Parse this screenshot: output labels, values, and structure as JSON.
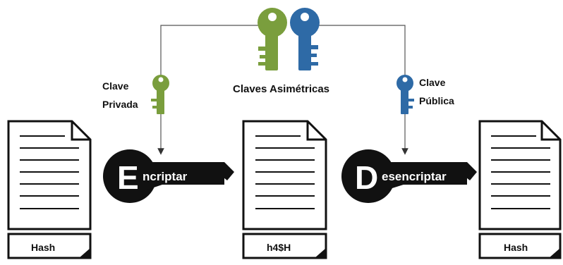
{
  "labels": {
    "private_key": [
      "Clave",
      "Privada"
    ],
    "public_key": [
      "Clave",
      "Pública"
    ],
    "asymmetric_keys": "Claves Asimétricas"
  },
  "encrypt": {
    "letter": "E",
    "rest": "ncriptar"
  },
  "decrypt": {
    "letter": "D",
    "rest": "esencriptar"
  },
  "documents": [
    {
      "caption": "Hash"
    },
    {
      "caption": "h4$H"
    },
    {
      "caption": "Hash"
    }
  ],
  "colors": {
    "private": "#7a9e3d",
    "public": "#2e6aa6",
    "line": "#555555",
    "key_body": "#111111"
  }
}
